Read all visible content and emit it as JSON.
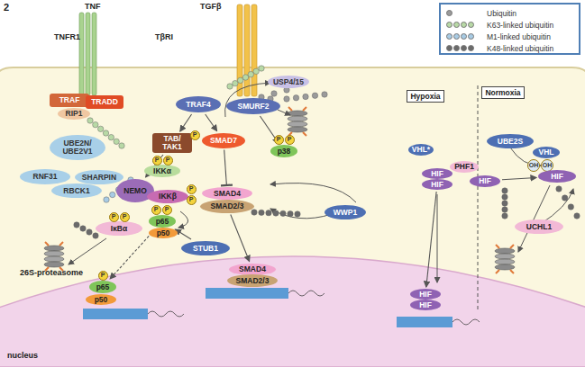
{
  "diagram": {
    "nodes": [
      {
        "text": [
          "TRAF"
        ]
      },
      {
        "text": [
          "TRADD"
        ]
      },
      {
        "text": [
          "RIP1"
        ]
      },
      {
        "text": [
          "TAB/ TAK1"
        ]
      },
      {
        "text": [
          "P"
        ]
      },
      {
        "text": [
          "UBE2N/ UBE2V1"
        ]
      },
      {
        "text": [
          "RNF31"
        ]
      },
      {
        "text": [
          "SHARPIN"
        ]
      },
      {
        "text": [
          "RBCK1"
        ]
      },
      {
        "text": [
          "NEMO"
        ]
      },
      {
        "text": [
          "IKKα"
        ]
      },
      {
        "text": [
          "P"
        ]
      },
      {
        "text": [
          "P"
        ]
      },
      {
        "text": [
          "IKKβ"
        ]
      },
      {
        "text": [
          "P"
        ]
      },
      {
        "text": [
          "P"
        ]
      },
      {
        "text": [
          "IκBα"
        ]
      },
      {
        "text": [
          "P"
        ]
      },
      {
        "text": [
          "P"
        ]
      },
      {
        "text": [
          "p65"
        ]
      },
      {
        "text": [
          "P"
        ]
      },
      {
        "text": [
          "P"
        ]
      },
      {
        "text": [
          "p50"
        ]
      },
      {
        "text": [
          "STUB1"
        ]
      },
      {
        "text": [
          "p65"
        ]
      },
      {
        "text": [
          "P"
        ]
      },
      {
        "text": [
          "p50"
        ]
      },
      {
        "text": [
          "TRAF4"
        ]
      },
      {
        "text": [
          "SMURF2"
        ]
      },
      {
        "text": [
          "USP4/15"
        ]
      },
      {
        "text": [
          "SMAD7"
        ]
      },
      {
        "text": [
          "p38"
        ]
      },
      {
        "text": [
          "P"
        ]
      },
      {
        "text": [
          "P"
        ]
      },
      {
        "text": [
          "SMAD4"
        ]
      },
      {
        "text": [
          "SMAD2/3"
        ]
      },
      {
        "text": [
          "WWP1"
        ]
      },
      {
        "text": [
          "SMAD4"
        ]
      },
      {
        "text": [
          "SMAD2/3"
        ]
      },
      {
        "text": [
          "VHL*"
        ]
      },
      {
        "text": [
          "HIF"
        ]
      },
      {
        "text": [
          "HIF"
        ]
      },
      {
        "text": [
          "HIF"
        ]
      },
      {
        "text": [
          "HIF"
        ]
      },
      {
        "text": [
          "UBE2S"
        ]
      },
      {
        "text": [
          "VHL"
        ]
      },
      {
        "text": [
          "OH"
        ]
      },
      {
        "text": [
          "OH"
        ]
      },
      {
        "text": [
          "HIF"
        ]
      },
      {
        "text": [
          "PHF1"
        ]
      },
      {
        "text": [
          "HIF"
        ]
      },
      {
        "text": [
          "UCHL1"
        ]
      },
      {
        "text": [
          "Hypoxia"
        ]
      },
      {
        "text": [
          "Normoxia"
        ]
      }
    ],
    "edges": [
      {
        "from": 27,
        "to": 3,
        "arrow": "to"
      },
      {
        "from": 3,
        "to": 9,
        "arrow": "to"
      },
      {
        "from": 19,
        "to": 24,
        "arrow": "to"
      },
      {
        "from": 23,
        "to": 19,
        "arrow": "to"
      },
      {
        "from": 30,
        "to": 34,
        "arrow": "to"
      },
      {
        "from": 35,
        "to": 37,
        "arrow": "to"
      },
      {
        "from": 27,
        "to": 30,
        "arrow": "to"
      },
      {
        "from": 28,
        "to": 31,
        "arrow": "to"
      },
      {
        "from": 41,
        "to": 42,
        "arrow": "to"
      },
      {
        "from": 50,
        "to": 48,
        "arrow": "to"
      }
    ],
    "labels": [
      "2",
      "TNF",
      "TNFR1",
      "TGFβ",
      "TβRI",
      "26S-proteasome",
      "nucleus"
    ],
    "legend": [
      {
        "text": "Ubiquitin",
        "color": "#9a9a9a"
      },
      {
        "text": "K63-linked ubiquitin",
        "color": "#b8d9a6"
      },
      {
        "text": "M1-linked ubiquitin",
        "color": "#a8cbe4"
      },
      {
        "text": "K48-linked ubiquitin",
        "color": "#6a6a6a"
      }
    ]
  }
}
